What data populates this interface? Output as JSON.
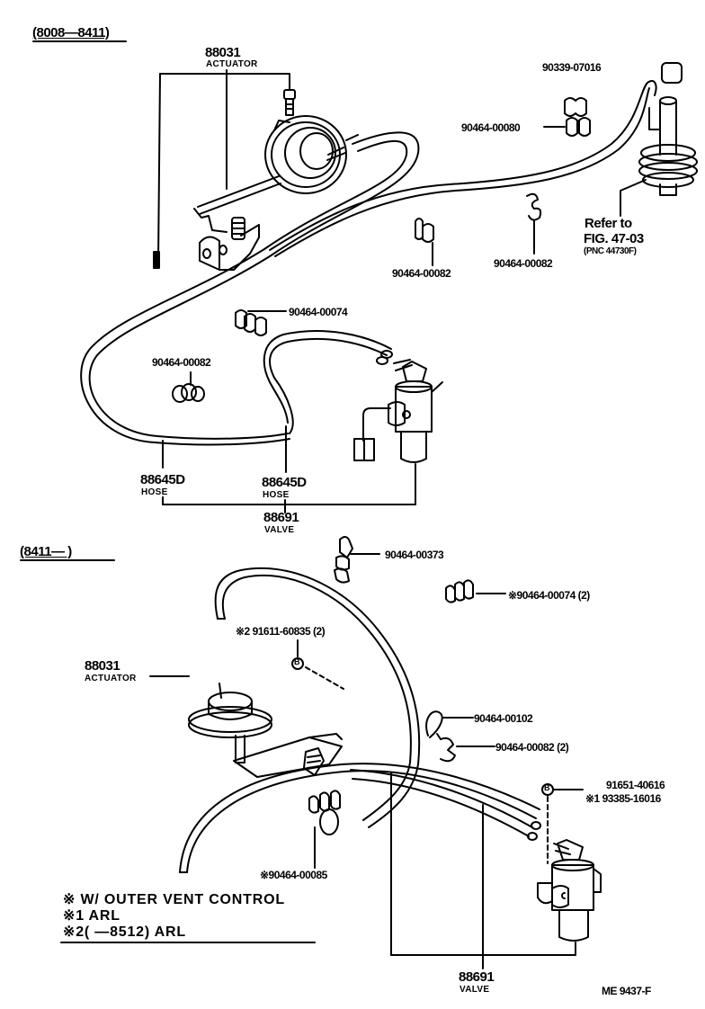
{
  "diagram": {
    "code": "ME 9437-F",
    "sections": [
      {
        "range_label": "(8008—8411)",
        "parts": {
          "actuator": {
            "part_no": "88031",
            "name": "ACTUATOR"
          },
          "cap": {
            "part_no": "90339-07016"
          },
          "clamp_00080": {
            "part_no": "90464-00080"
          },
          "clamp_00082_a": {
            "part_no": "90464-00082"
          },
          "clamp_00082_b": {
            "part_no": "90464-00082"
          },
          "clamp_00074": {
            "part_no": "90464-00074"
          },
          "clamp_00082_c": {
            "part_no": "90464-00082"
          },
          "hose_a": {
            "part_no": "88645D",
            "name": "HOSE"
          },
          "hose_b": {
            "part_no": "88645D",
            "name": "HOSE"
          },
          "valve": {
            "part_no": "88691",
            "name": "VALVE"
          }
        },
        "reference": {
          "line1": "Refer to",
          "line2": "FIG. 47-03",
          "line3": "(PNC 44730F)"
        }
      },
      {
        "range_label": "(8411—      )",
        "parts": {
          "clamp_00373": {
            "part_no": "90464-00373"
          },
          "clamp_00074": {
            "part_no": "※90464-00074 (2)"
          },
          "bolt": {
            "part_no": "※2 91611-60835 (2)"
          },
          "actuator": {
            "part_no": "88031",
            "name": "ACTUATOR"
          },
          "clip_00102": {
            "part_no": "90464-00102"
          },
          "clamp_00082": {
            "part_no": "90464-00082 (2)"
          },
          "nut_a": {
            "part_no": "91651-40616"
          },
          "nut_b": {
            "part_no": "※1 93385-16016"
          },
          "clamp_00085": {
            "part_no": "※90464-00085"
          },
          "valve": {
            "part_no": "88691",
            "name": "VALVE"
          }
        }
      }
    ],
    "notes": [
      "※  W/ OUTER VENT CONTROL",
      "※1 ARL",
      "※2(      —8512) ARL"
    ],
    "marker_symbol": "B"
  }
}
